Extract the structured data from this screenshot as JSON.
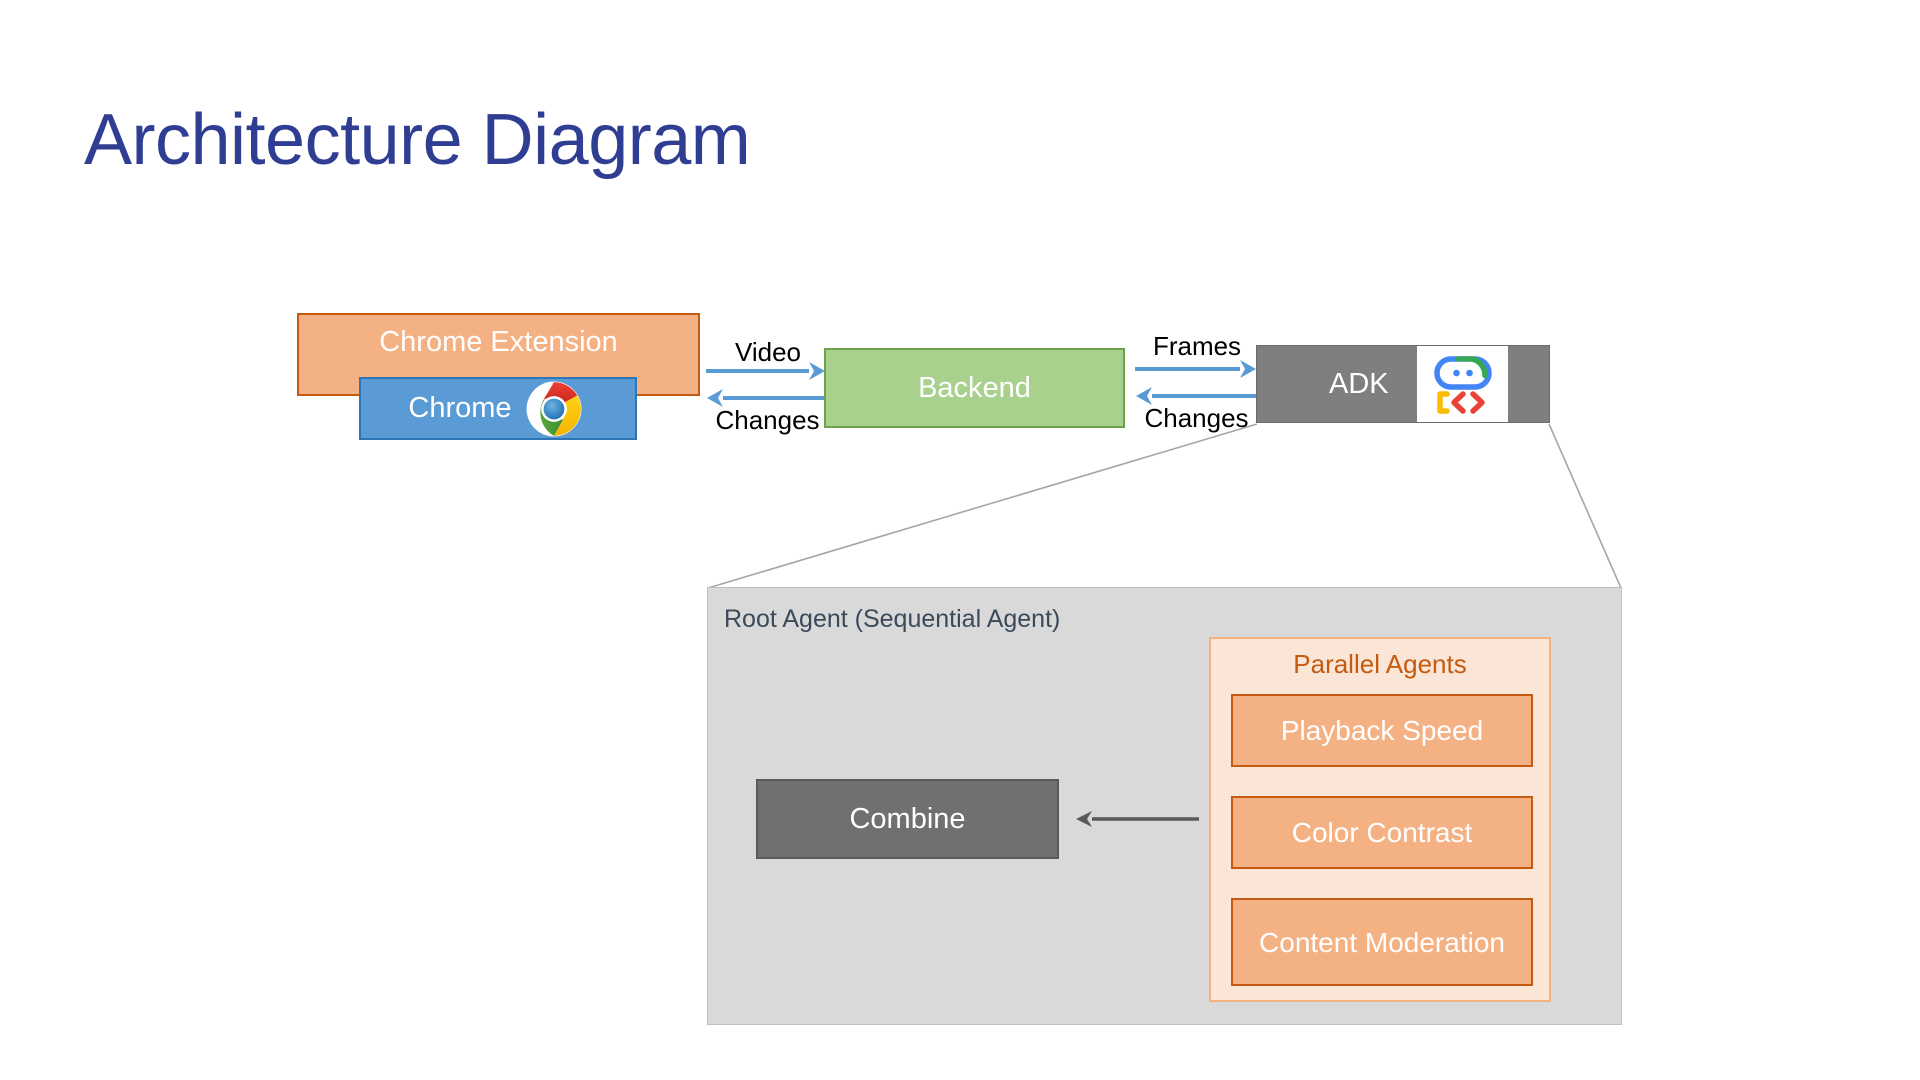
{
  "slide": {
    "title": "Architecture Diagram",
    "title_color": "#2F3E93",
    "background": "#FFFFFF"
  },
  "nodes": {
    "chrome_extension": {
      "label": "Chrome Extension",
      "fill": "#F4B183",
      "border": "#C55A11",
      "text_color": "#FFFFFF"
    },
    "chrome": {
      "label": "Chrome",
      "fill": "#5B9BD5",
      "border": "#2E75B6",
      "text_color": "#FFFFFF",
      "icon": "chrome-logo-icon"
    },
    "backend": {
      "label": "Backend",
      "fill": "#A9D18E",
      "border": "#6FA14B",
      "text_color": "#FFFFFF"
    },
    "adk": {
      "label": "ADK",
      "fill": "#7F7F7F",
      "border": "#6B6B6B",
      "text_color": "#FFFFFF",
      "icon": "google-adk-logo-icon"
    },
    "combine": {
      "label": "Combine",
      "fill": "#707070",
      "border": "#595959",
      "text_color": "#FFFFFF"
    }
  },
  "connections": {
    "arrow_color": "#5B9BD5",
    "ext_to_backend": {
      "forward_label": "Video",
      "reverse_label": "Changes"
    },
    "backend_to_adk": {
      "forward_label": "Frames",
      "reverse_label": "Changes"
    },
    "parallel_to_combine": {
      "arrow_color": "#595959",
      "direction": "left"
    }
  },
  "root_agent": {
    "label": "Root Agent (Sequential Agent)",
    "fill": "#D9D9D9",
    "border": "#BFBFBF",
    "text_color": "#3B4A5A",
    "callout_line_color": "#A6A6A6"
  },
  "parallel_agents": {
    "title": "Parallel Agents",
    "title_color": "#C55A11",
    "container_fill": "#FBE5D6",
    "container_border": "#F4B183",
    "box_fill": "#F4B183",
    "box_border": "#C55A11",
    "box_text_color": "#FFFFFF",
    "items": [
      {
        "label": "Playback Speed"
      },
      {
        "label": "Color Contrast"
      },
      {
        "label": "Content Moderation"
      }
    ]
  }
}
